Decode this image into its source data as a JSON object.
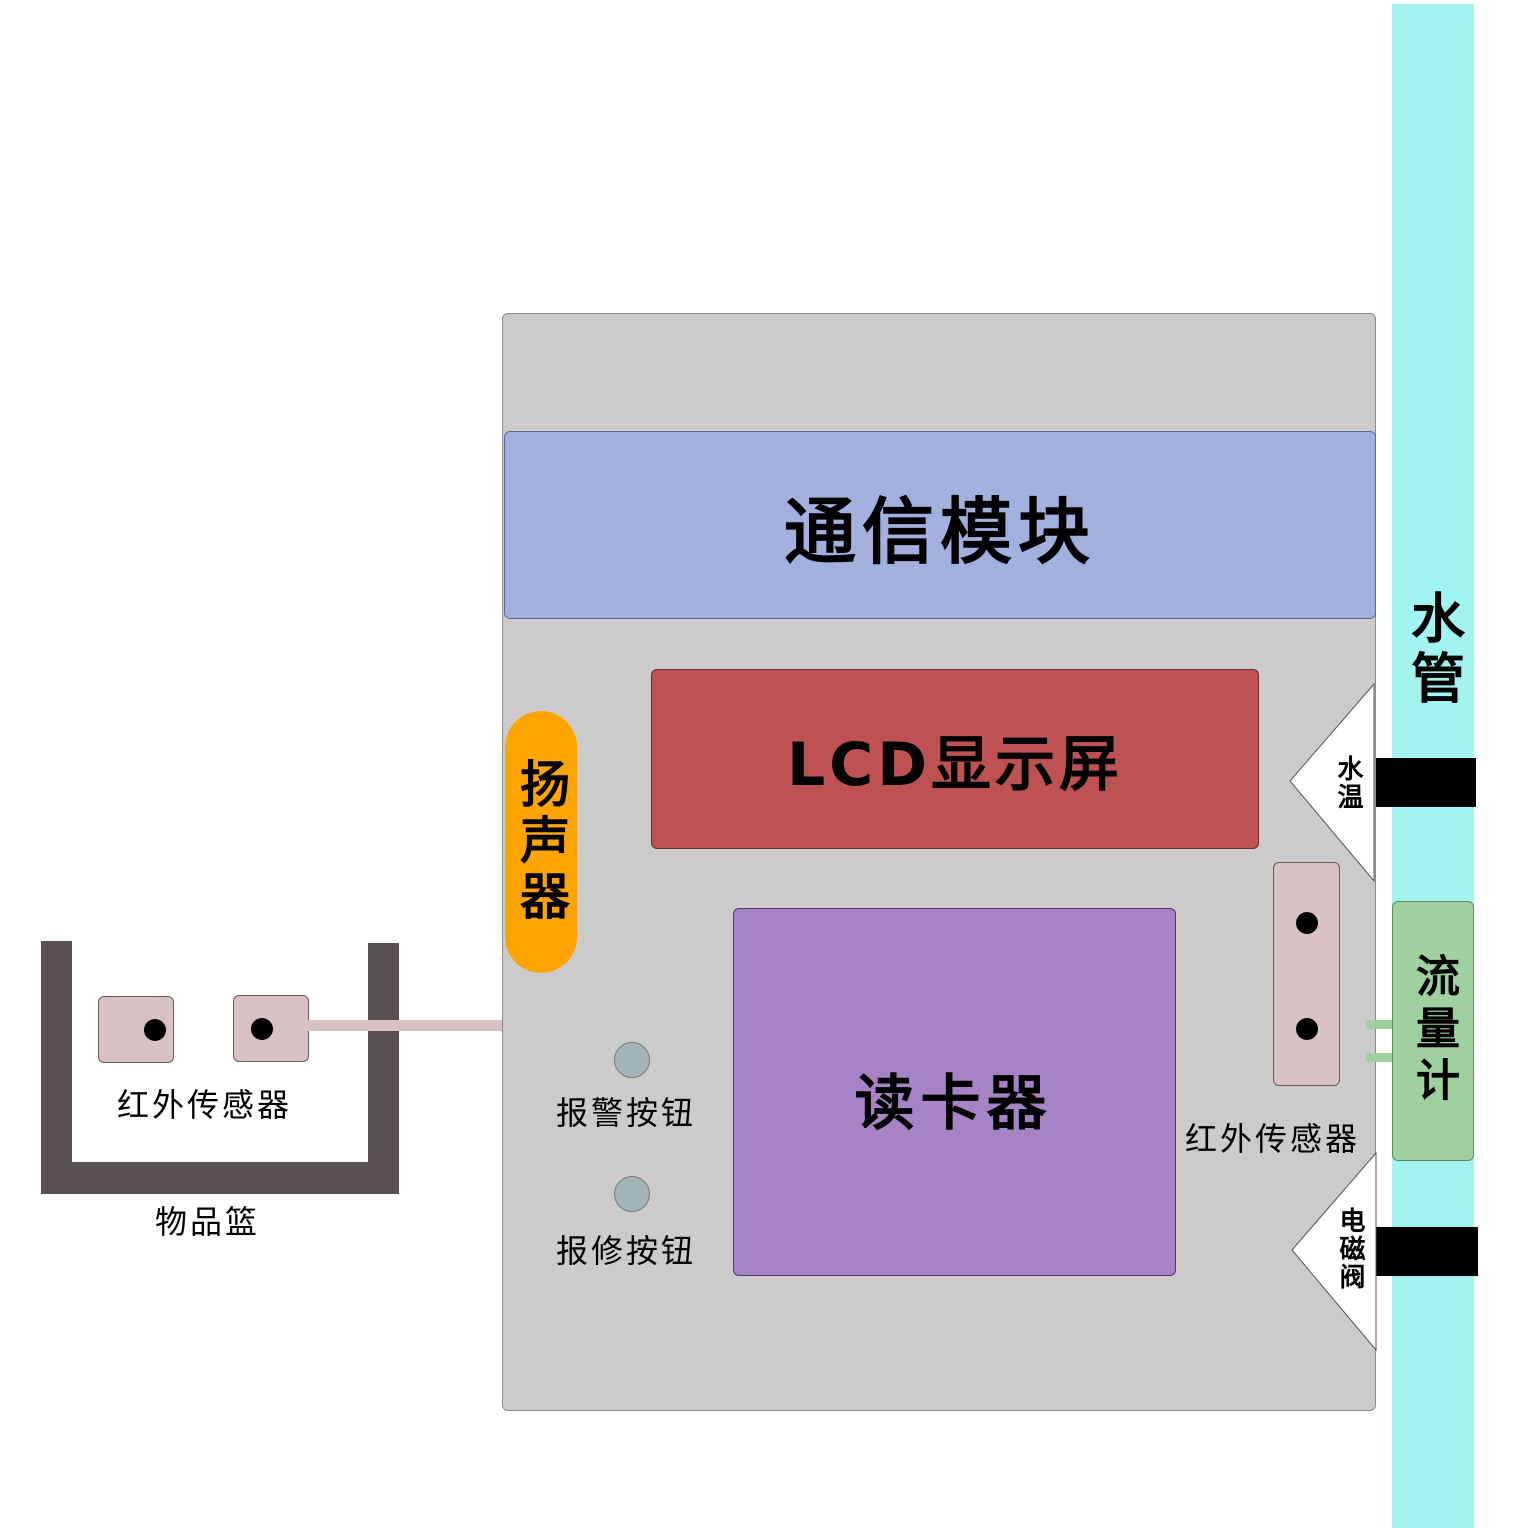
{
  "diagram": {
    "communication_module": "通信模块",
    "lcd_display": "LCD显示屏",
    "card_reader": "读卡器",
    "speaker": "扬声器",
    "alarm_button": "报警按钮",
    "repair_button": "报修按钮",
    "water_pipe": "水管",
    "water_temp": "水温",
    "flow_meter": "流量计",
    "solenoid_valve": "电磁阀",
    "ir_sensor_right": "红外传感器",
    "ir_sensor_basket": "红外传感器",
    "item_basket": "物品篮"
  },
  "colors": {
    "panel": "#cccacb",
    "communication_module": "#a3b0de",
    "lcd_display": "#be5253",
    "card_reader": "#a683c5",
    "speaker": "#ffa400",
    "water_pipe": "#a2f4f1",
    "flow_meter": "#9fd1a0",
    "ir_sensor": "#d7c1c2",
    "basket": "#5a5152"
  }
}
